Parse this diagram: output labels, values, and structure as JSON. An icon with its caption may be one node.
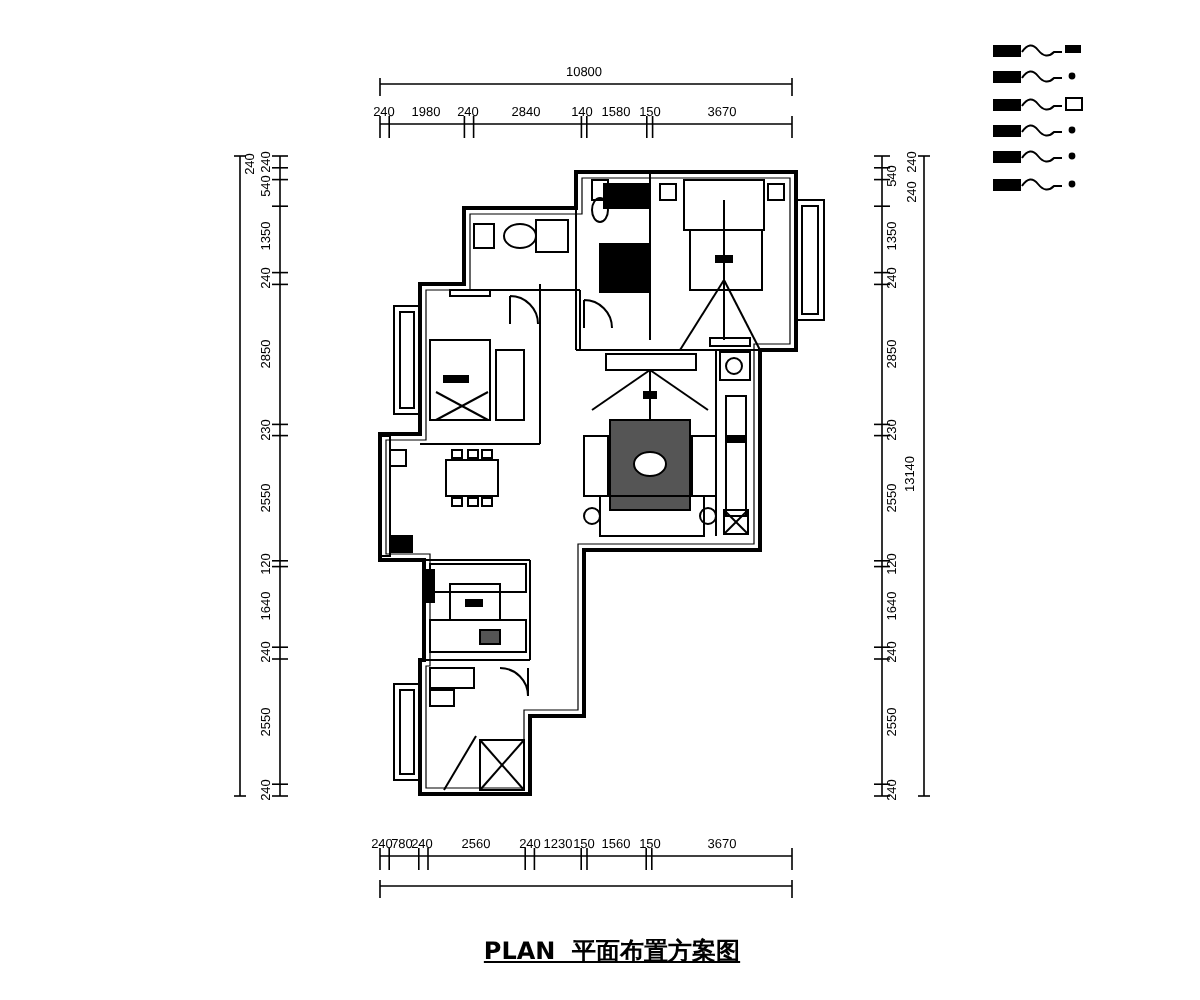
{
  "diagram": {
    "title": "PLAN  平面布置方案图",
    "labels": [
      "10800",
      "240",
      "1980",
      "240",
      "2840",
      "140",
      "1580",
      "150",
      "3670",
      "240",
      "240",
      "540",
      "1350",
      "240",
      "2850",
      "230",
      "2550",
      "120",
      "1640",
      "240",
      "2550",
      "240",
      "240",
      "540",
      "240",
      "1350",
      "240",
      "2850",
      "230",
      "13140",
      "2550",
      "120",
      "1640",
      "240",
      "2550",
      "240",
      "240",
      "780",
      "240",
      "2560",
      "240",
      "1230",
      "150",
      "1560",
      "150",
      "3670"
    ]
  }
}
